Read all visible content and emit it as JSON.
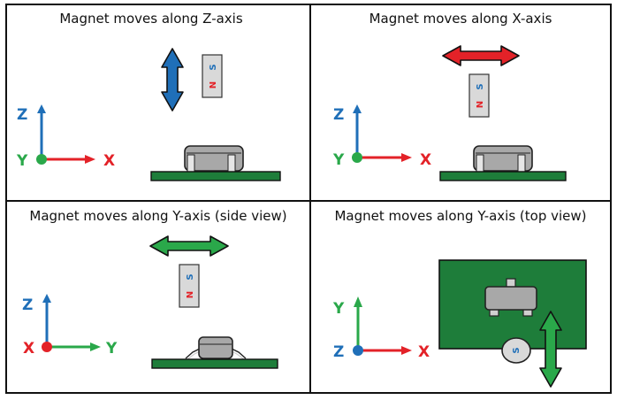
{
  "panels": [
    {
      "title": "Magnet moves along Z-axis",
      "axis_up": "Z",
      "axis_right": "X",
      "axis_origin": "Y"
    },
    {
      "title": "Magnet moves along X-axis",
      "axis_up": "Z",
      "axis_right": "X",
      "axis_origin": "Y"
    },
    {
      "title": "Magnet moves along Y-axis (side view)",
      "axis_up": "Z",
      "axis_right": "Y",
      "axis_origin": "X"
    },
    {
      "title": "Magnet moves along Y-axis (top view)",
      "axis_up": "Y",
      "axis_right": "X",
      "axis_origin": "Z"
    }
  ],
  "magnet": {
    "north": "N",
    "south": "S"
  },
  "colors": {
    "z_axis": "#1f6fb8",
    "x_axis": "#e32228",
    "y_axis": "#2aa84a",
    "arrow_z": "#1f6fb8",
    "arrow_x": "#e32228",
    "arrow_y": "#2aa84a",
    "pcb": "#1e7d3a",
    "chip": "#a8a8a8",
    "magnet": "#d9d9d9"
  },
  "icons": [
    "double-arrow-icon",
    "magnet-icon",
    "sensor-chip-icon",
    "pcb-icon",
    "axis-origin-icon"
  ]
}
